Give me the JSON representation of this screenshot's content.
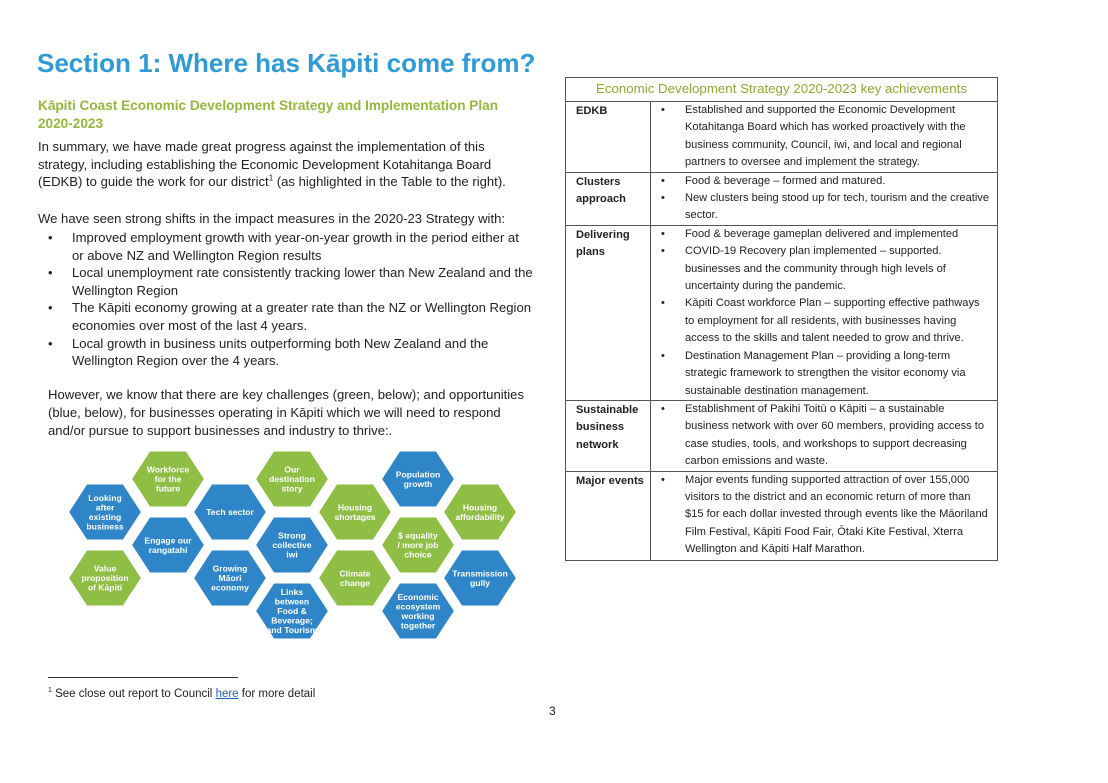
{
  "heading": "Section 1: Where has Kāpiti come from?",
  "subheading": "Kāpiti Coast Economic Development Strategy and Implementation Plan 2020-2023",
  "intro_text": "In summary, we have made great progress against the implementation of this strategy, including establishing the Economic Development Kotahitanga Board (EDKB) to guide the work for our district",
  "intro_sup": "1",
  "intro_text_end": " (as highlighted in the Table to the right).",
  "shifts_intro": "We have seen strong shifts in the impact measures in the 2020-23 Strategy with:",
  "shifts": [
    "Improved employment growth with year-on-year growth in the period either at or above NZ and Wellington Region results",
    "Local unemployment rate consistently tracking lower than New Zealand and the Wellington Region",
    "The Kāpiti economy growing at a greater rate than the NZ or Wellington Region economies over most of the last 4 years.",
    "Local growth in business units outperforming both New Zealand and the Wellington Region over the 4 years."
  ],
  "challenges_text": "However, we know that there are key challenges (green, below); and opportunities (blue, below), for businesses operating in Kāpiti which we will need to respond and/or pursue to support businesses and industry to thrive:.",
  "colors": {
    "green": "#8fbe45",
    "blue": "#2e86c8",
    "heading_blue": "#2e9ad6",
    "subheading_green": "#93b83c"
  },
  "hexagons": [
    {
      "label": "Workforce for the future",
      "color": "green"
    },
    {
      "label": "Our destination story",
      "color": "green"
    },
    {
      "label": "Population growth",
      "color": "blue"
    },
    {
      "label": "Looking after existing business",
      "color": "blue"
    },
    {
      "label": "Tech sector",
      "color": "blue"
    },
    {
      "label": "Housing shortages",
      "color": "green"
    },
    {
      "label": "Housing affordability",
      "color": "green"
    },
    {
      "label": "Engage our rangatahi",
      "color": "blue"
    },
    {
      "label": "Strong collective iwi",
      "color": "blue"
    },
    {
      "label": "$ equality / more job choice",
      "color": "green"
    },
    {
      "label": "Value proposition of Kāpiti",
      "color": "green"
    },
    {
      "label": "Growing Māori economy",
      "color": "blue"
    },
    {
      "label": "Climate change",
      "color": "green"
    },
    {
      "label": "Transmission gully",
      "color": "blue"
    },
    {
      "label": "Links between Food & Beverage; and Tourism",
      "color": "blue"
    },
    {
      "label": "Economic ecosystem working together",
      "color": "blue"
    }
  ],
  "table": {
    "title": "Economic Development Strategy 2020-2023 key achievements",
    "rows": [
      {
        "category": "EDKB",
        "items": [
          "Established and supported the Economic Development Kotahitanga Board which has worked proactively with the business community, Council, iwi, and local and regional partners to oversee and implement the strategy."
        ]
      },
      {
        "category": "Clusters approach",
        "items": [
          "Food & beverage – formed and matured.",
          "New clusters being stood up for tech, tourism and the creative sector."
        ]
      },
      {
        "category": "Delivering plans",
        "items": [
          "Food & beverage gameplan delivered and implemented",
          "COVID-19 Recovery plan implemented – supported. businesses and the community through high levels of uncertainty during the pandemic.",
          "Kāpiti Coast workforce Plan – supporting effective pathways to employment for all residents, with businesses having access to the skills and talent needed to grow and thrive.",
          "Destination Management Plan – providing a long-term strategic framework to strengthen the visitor economy via sustainable destination management."
        ]
      },
      {
        "category": "Sustainable business network",
        "items": [
          "Establishment of Pakihi Toitū o Kāpiti – a sustainable business network with over 60 members, providing access to case studies, tools, and workshops to support decreasing carbon emissions and waste."
        ]
      },
      {
        "category": "Major events",
        "items": [
          "Major events funding supported attraction of over 155,000 visitors to the district and an economic return of more than $15 for each dollar invested through events like the Māoriland Film Festival, Kāpiti Food Fair, Ōtaki Kite Festival, Xterra Wellington and Kāpiti Half Marathon."
        ]
      }
    ]
  },
  "footnote": {
    "sup": "1",
    "text_before": " See close out report to Council ",
    "link": "here",
    "text_after": " for more detail"
  },
  "page_number": "3"
}
